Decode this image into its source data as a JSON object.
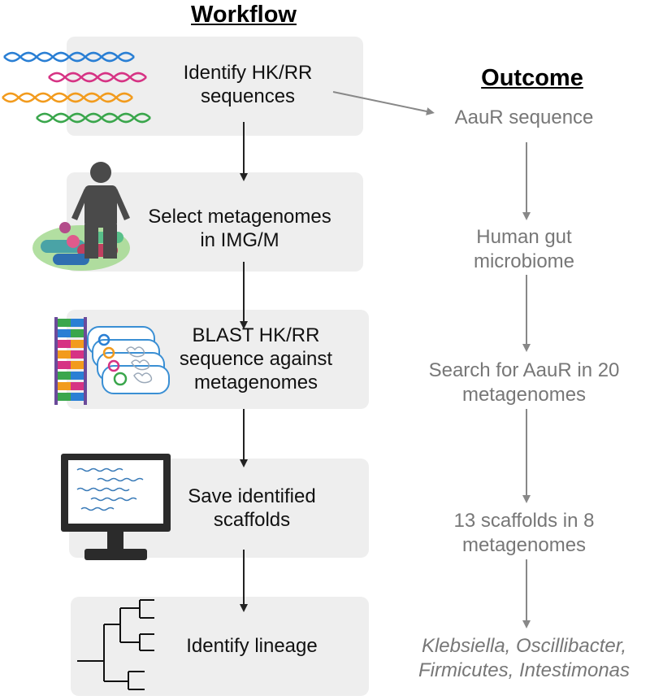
{
  "workflow": {
    "heading": "Workflow",
    "steps": [
      {
        "line1": "Identify HK/RR",
        "line2": "sequences"
      },
      {
        "line1": "Select metagenomes",
        "line2": "in IMG/M"
      },
      {
        "line1": "BLAST HK/RR",
        "line2": "sequence against",
        "line3": "metagenomes"
      },
      {
        "line1": "Save identified",
        "line2": "scaffolds"
      },
      {
        "line1": "Identify lineage"
      }
    ]
  },
  "outcome": {
    "heading": "Outcome",
    "items": [
      {
        "line1": "AauR sequence"
      },
      {
        "line1": "Human gut",
        "line2": "microbiome"
      },
      {
        "line1": "Search for AauR in 20",
        "line2": "metagenomes"
      },
      {
        "line1": "13 scaffolds in 8",
        "line2": "metagenomes"
      },
      {
        "line1": "Klebsiella, Oscillibacter,",
        "line2": "Firmicutes, Intestimonas"
      }
    ]
  },
  "colors": {
    "box_fill": "#eeeeee",
    "arrow_dark": "#222222",
    "arrow_gray": "#888888",
    "outcome_text": "#777777",
    "dna_blue": "#2a7fd4",
    "dna_pink": "#d63384",
    "dna_orange": "#f29b1d",
    "dna_green": "#3aa64c",
    "person": "#4a4a4a",
    "bacteria_blob": "#9fd78a"
  },
  "icons": [
    "dna-strands-icon",
    "person-with-bacteria-icon",
    "dna-and-petri-dishes-icon",
    "computer-monitor-icon",
    "phylogenetic-tree-icon"
  ]
}
